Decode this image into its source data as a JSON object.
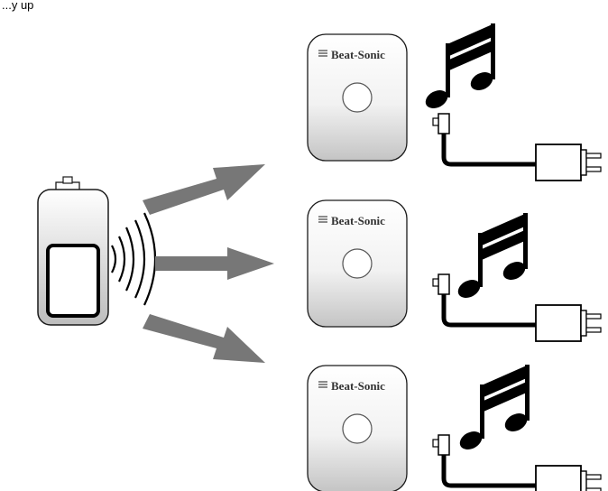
{
  "diagram": {
    "caption_fragment": "...y up",
    "brand_text": "Beat-Sonic",
    "speakers": [
      {
        "brand": "Beat-Sonic"
      },
      {
        "brand": "Beat-Sonic"
      },
      {
        "brand": "Beat-Sonic"
      }
    ],
    "icons": {
      "transmitter": "remote-transmitter-icon",
      "signal": "wireless-signal-icon",
      "arrow": "arrow-right-icon",
      "speaker": "speaker-unit-icon",
      "music": "music-note-icon",
      "adapter": "power-adapter-icon"
    },
    "colors": {
      "line": "#1a1a1a",
      "arrow": "#777777",
      "device_top": "#ffffff",
      "device_bottom": "#c8c8c8",
      "brand": "#333333"
    }
  }
}
